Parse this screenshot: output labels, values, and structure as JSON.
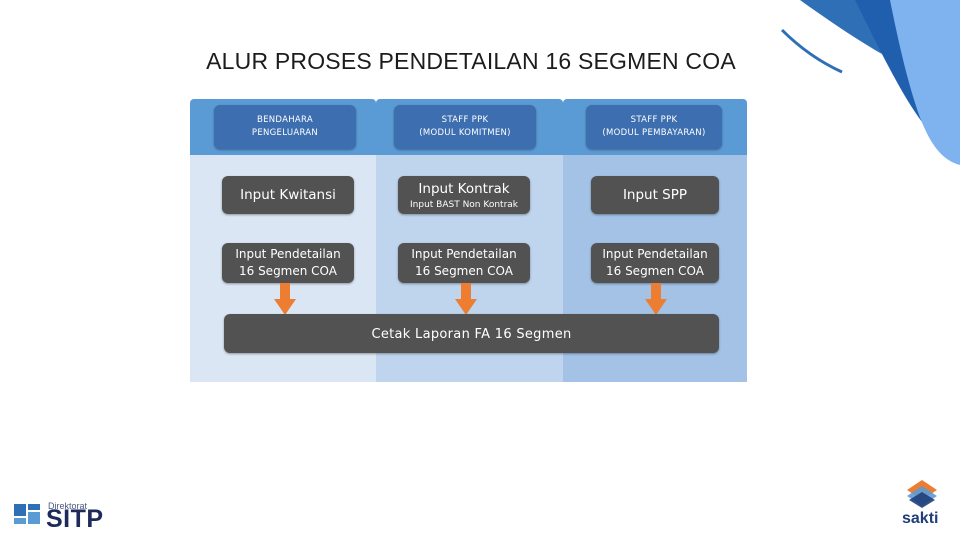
{
  "title": "ALUR PROSES PENDETAILAN 16 SEGMEN COA",
  "lanes": [
    {
      "header_line1": "BENDAHARA",
      "header_line2": "PENGELUARAN"
    },
    {
      "header_line1": "STAFF PPK",
      "header_line2": "(MODUL KOMITMEN)"
    },
    {
      "header_line1": "STAFF PPK",
      "header_line2": "(MODUL PEMBAYARAN)"
    }
  ],
  "row1": [
    {
      "label": "Input Kwitansi"
    },
    {
      "label": "Input Kontrak",
      "sublabel": "Input BAST Non Kontrak"
    },
    {
      "label": "Input SPP"
    }
  ],
  "row2": [
    {
      "line1": "Input Pendetailan",
      "line2": "16 Segmen COA"
    },
    {
      "line1": "Input Pendetailan",
      "line2": "16 Segmen COA"
    },
    {
      "line1": "Input Pendetailan",
      "line2": "16 Segmen COA"
    }
  ],
  "final": {
    "label": "Cetak Laporan FA 16 Segmen"
  },
  "logos": {
    "left_small": "Direktorat",
    "left_big": "SITP",
    "right": "sakti"
  },
  "colors": {
    "lane_header": "#5b9bd5",
    "header_box": "#3d6fb0",
    "process_box": "#525252",
    "arrow": "#ed7d31",
    "lane1": "#dbe6f4",
    "lane2": "#bfd5ed",
    "lane3": "#a3c2e6"
  }
}
